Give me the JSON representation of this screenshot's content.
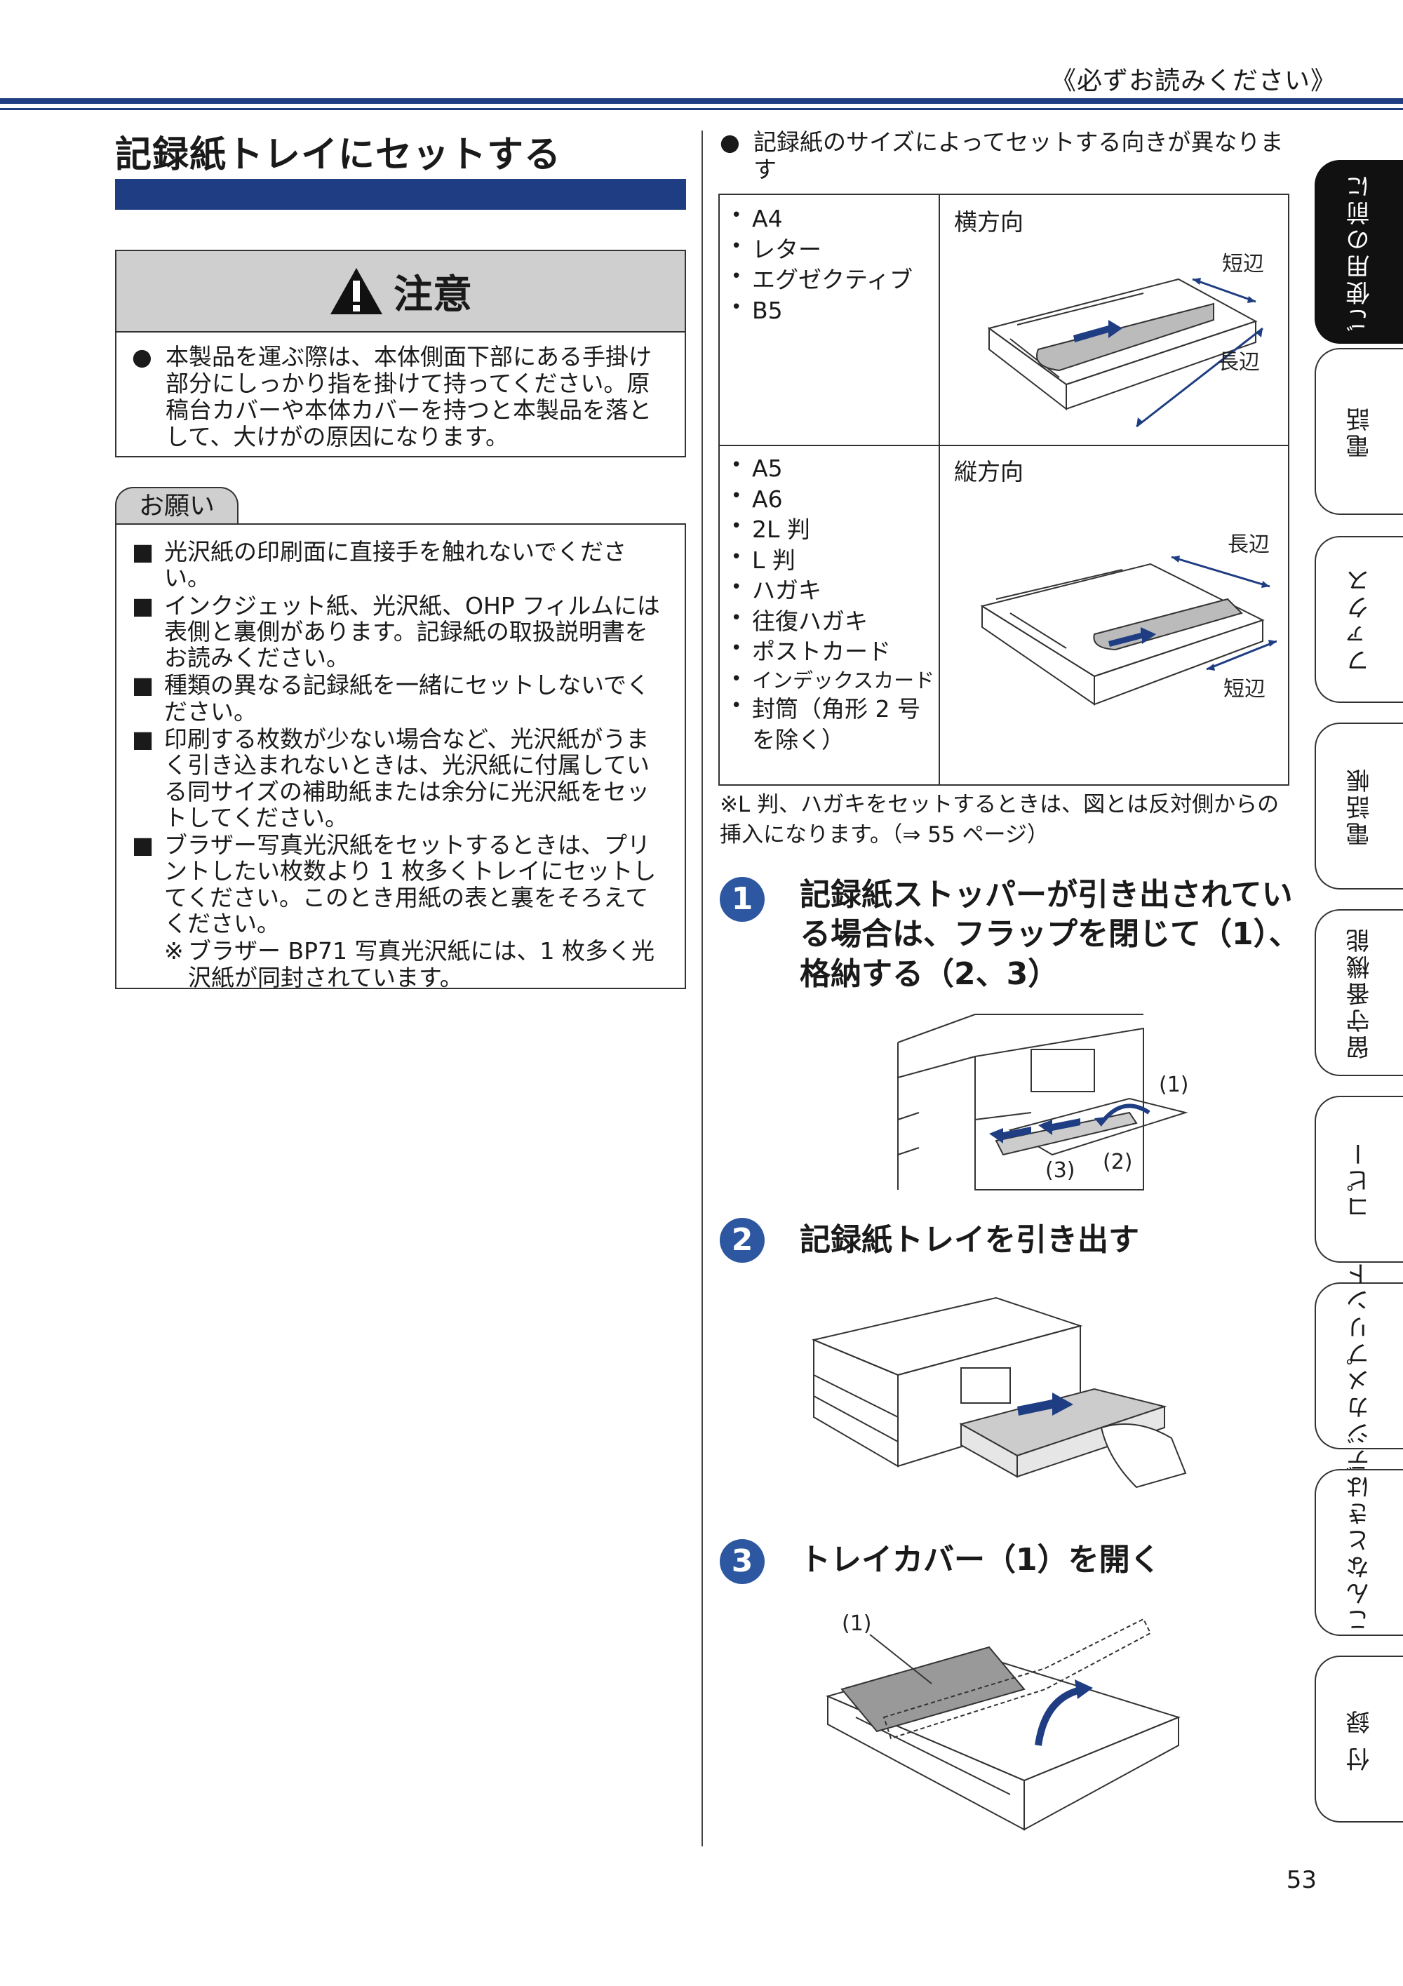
{
  "header": {
    "label": "《必ずお読みください》"
  },
  "page_title": "記録紙トレイにセットする",
  "caution": {
    "title": "注意",
    "bullet": "●",
    "text": "本製品を運ぶ際は、本体側面下部にある手掛け部分にしっかり指を掛けて持ってください。原稿台カバーや本体カバーを持つと本製品を落として、大けがの原因になります。"
  },
  "request": {
    "tab_label": "お願い",
    "items": [
      "光沢紙の印刷面に直接手を触れないでください。",
      "インクジェット紙、光沢紙、OHP フィルムには表側と裏側があります。記録紙の取扱説明書をお読みください。",
      "種類の異なる記録紙を一緒にセットしないでください。",
      "印刷する枚数が少ない場合など、光沢紙がうまく引き込まれないときは、光沢紙に付属している同サイズの補助紙または余分に光沢紙をセットしてください。",
      "ブラザー写真光沢紙をセットするときは、プリントしたい枚数より 1 枚多くトレイにセットしてください。このとき用紙の表と裏をそろえてください。"
    ],
    "note_mark": "※",
    "note": "ブラザー BP71 写真光沢紙には、1 枚多く光沢紙が同封されています。",
    "marker": "■"
  },
  "intro": {
    "bullet": "●",
    "text": "記録紙のサイズによってセットする向きが異なります"
  },
  "size_table": {
    "rows": [
      {
        "sizes": [
          "A4",
          "レター",
          "エグゼクティブ",
          "B5"
        ],
        "orientation": "横方向",
        "short_label": "短辺",
        "long_label": "長辺"
      },
      {
        "sizes": [
          "A5",
          "A6",
          "2L 判",
          "L 判",
          "ハガキ",
          "往復ハガキ",
          "ポストカード",
          "インデックスカード",
          "封筒（角形 2 号を除く）"
        ],
        "orientation": "縦方向",
        "short_label": "短辺",
        "long_label": "長辺"
      }
    ]
  },
  "table_note": "※L 判、ハガキをセットするときは、図とは反対側からの挿入になります。（⇒ 55 ページ）",
  "steps": [
    {
      "num": "1",
      "text": "記録紙ストッパーが引き出されている場合は、フラップを閉じて（1）、格納する（2、3）",
      "callouts": [
        "(1)",
        "(2)",
        "(3)"
      ]
    },
    {
      "num": "2",
      "text": "記録紙トレイを引き出す"
    },
    {
      "num": "3",
      "text": "トレイカバー（1）を開く",
      "callouts": [
        "(1)"
      ]
    }
  ],
  "side_tabs": [
    {
      "label": "ご使用の前に",
      "active": true
    },
    {
      "label": "電話",
      "active": false
    },
    {
      "label": "ファクス",
      "active": false
    },
    {
      "label": "電話帳",
      "active": false
    },
    {
      "label": "留守番機能",
      "active": false
    },
    {
      "label": "コピー",
      "active": false
    },
    {
      "label": "デジカメプリント",
      "active": false
    },
    {
      "label": "こんなときは",
      "active": false
    },
    {
      "label": "付 録",
      "active": false
    }
  ],
  "page_number": "53",
  "colors": {
    "accent": "#1f3d82",
    "step_badge": "#2d57a1",
    "gray": "#cfcfcf"
  }
}
